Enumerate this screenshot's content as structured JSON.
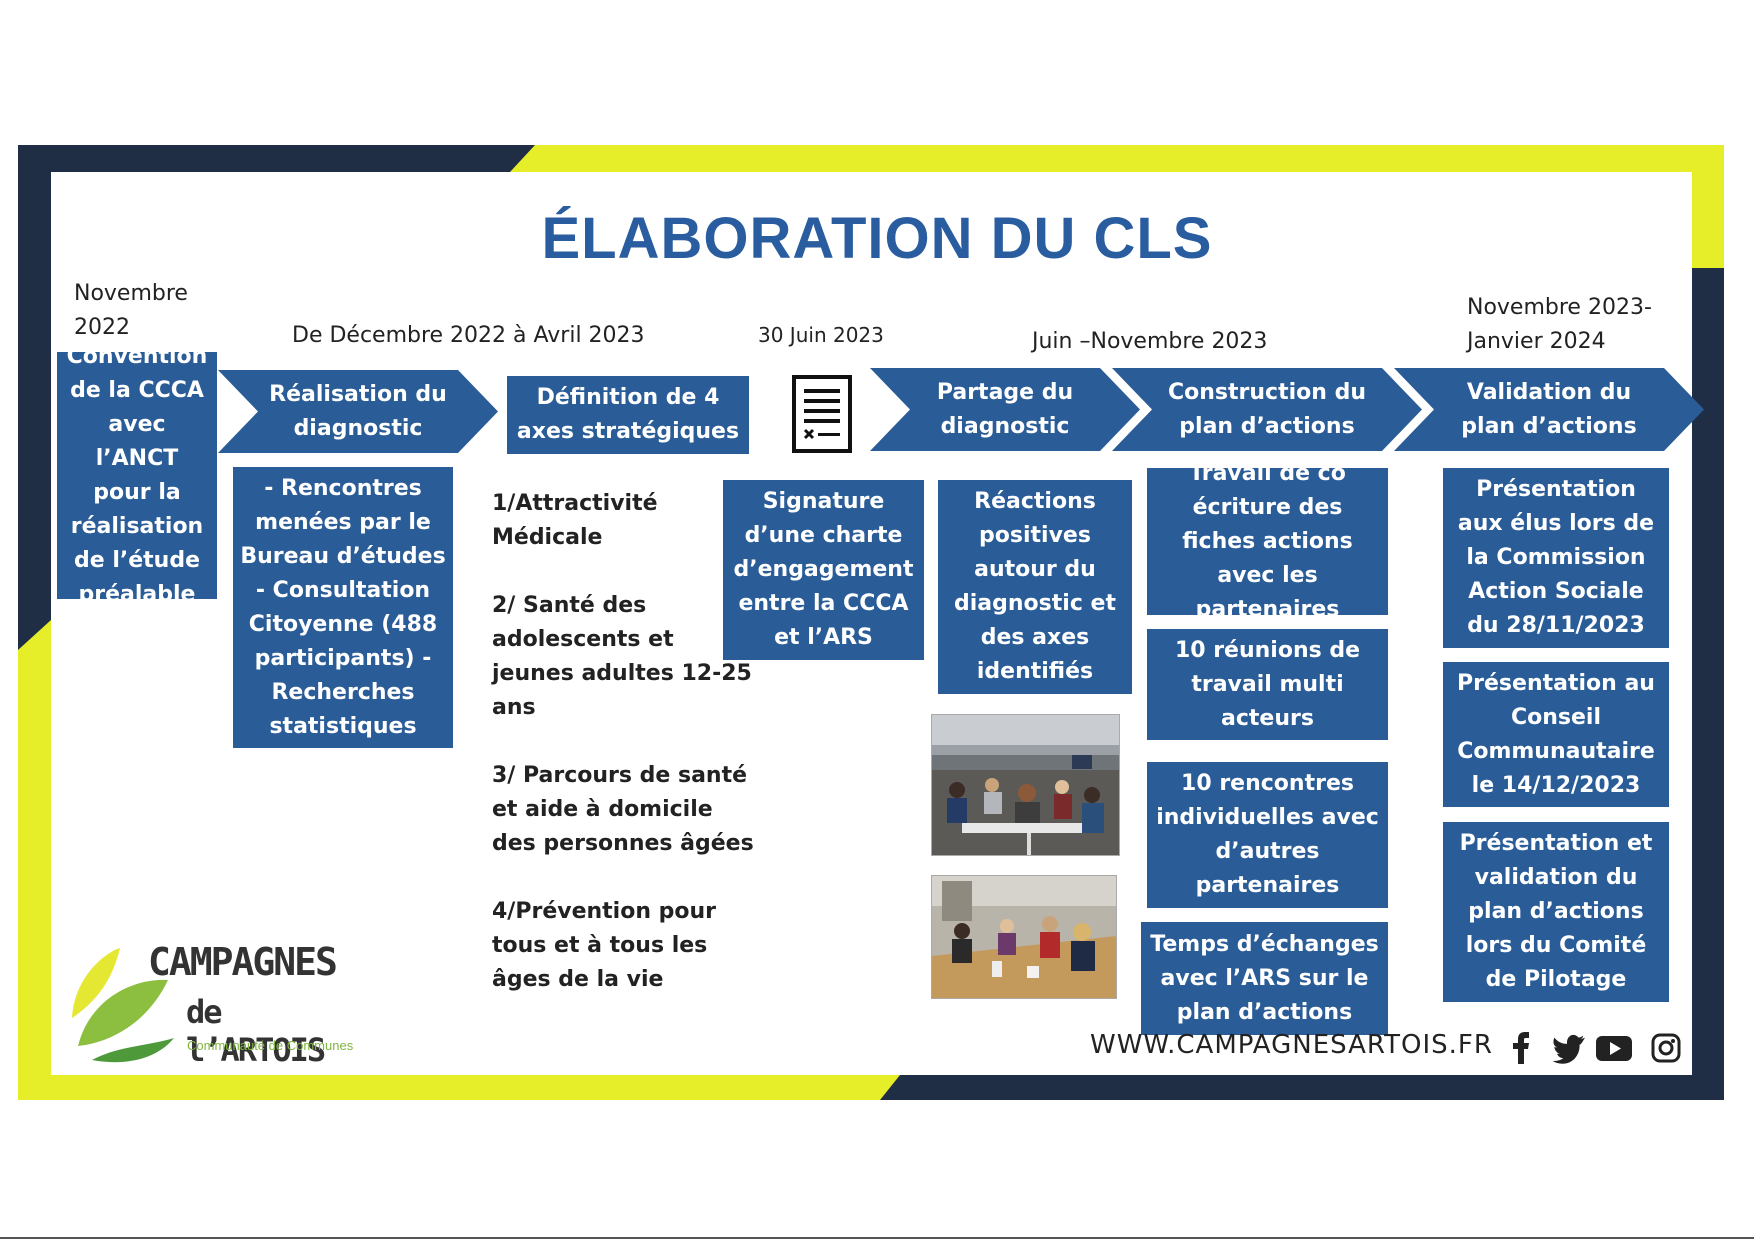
{
  "title": "ÉLABORATION DU CLS",
  "colors": {
    "navy": "#1f2d45",
    "yellow": "#e6ee2a",
    "blue": "#2a5c97",
    "title_blue": "#2a5d9f"
  },
  "dates": {
    "d1": "Novembre 2022",
    "d2": "De Décembre 2022 à Avril 2023",
    "d3": "30 Juin 2023",
    "d4": "Juin –Novembre 2023",
    "d5": "Novembre 2023- Janvier 2024"
  },
  "steps": {
    "convention": "Convention de la CCCA avec l’ANCT pour la réalisation de l’étude préalable",
    "realisation": "Réalisation du diagnostic",
    "definition": "Définition de 4 axes stratégiques",
    "partage": "Partage du diagnostic",
    "construction": "Construction du plan d’actions",
    "validation": "Validation du plan d’actions"
  },
  "icons": {
    "document": "document-signature-icon"
  },
  "diagnostic_details": "- Rencontres menées par le Bureau d’études - Consultation Citoyenne (488 participants) - Recherches statistiques",
  "axes": {
    "a1": "1/Attractivité Médicale",
    "a2": "2/ Santé des adolescents et jeunes adultes 12-25 ans",
    "a3": "3/ Parcours de santé et aide à domicile des personnes âgées",
    "a4": "4/Prévention pour tous et à tous les âges de la vie"
  },
  "signature": "Signature d’une charte d’engagement entre la CCCA et l’ARS",
  "reactions": "Réactions positives autour du diagnostic et des axes identifiés",
  "construction_items": [
    "Travail de co écriture des fiches actions avec les partenaires",
    "10 réunions de travail multi acteurs",
    "10 rencontres individuelles avec d’autres partenaires",
    "Temps d’échanges avec l’ARS sur le plan d’actions"
  ],
  "validation_items": [
    "Présentation aux élus lors de la Commission Action Sociale du 28/11/2023",
    "Présentation au Conseil Communautaire le 14/12/2023",
    "Présentation et validation du plan d’actions lors du Comité de Pilotage"
  ],
  "logo": {
    "line1": "CAMPAGNES",
    "line2": "de l’ARTOIS",
    "line3": "Communauté de Communes"
  },
  "footer": {
    "url": "WWW.CAMPAGNESARTOIS.FR"
  },
  "social_icons": [
    "facebook-icon",
    "twitter-icon",
    "youtube-icon",
    "instagram-icon"
  ]
}
